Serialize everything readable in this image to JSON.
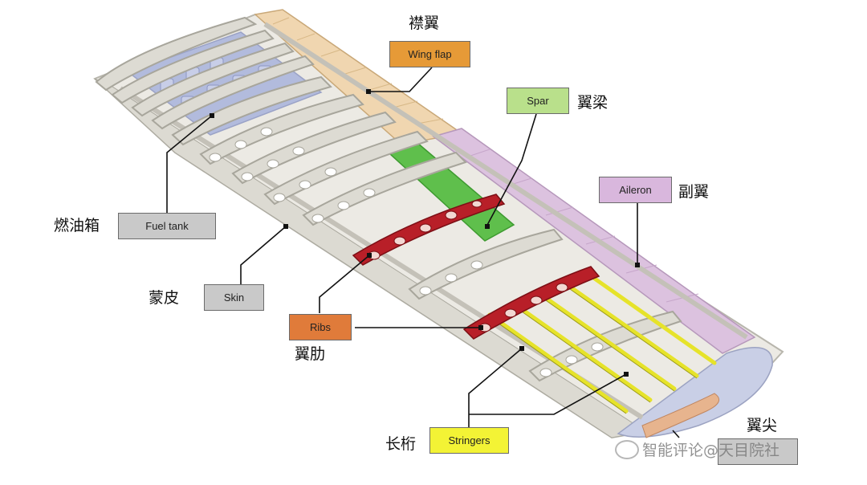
{
  "labels": {
    "flap": {
      "en": "Wing flap",
      "zh": "襟翼",
      "color": "#e69a37"
    },
    "spar": {
      "en": "Spar",
      "zh": "翼梁",
      "color": "#b9e08b"
    },
    "aileron": {
      "en": "Aileron",
      "zh": "副翼",
      "color": "#d9b7dd"
    },
    "fuel_tank": {
      "en": "Fuel tank",
      "zh": "燃油箱",
      "color": "#c9c9c9"
    },
    "skin": {
      "en": "Skin",
      "zh": "蒙皮",
      "color": "#c9c9c9"
    },
    "ribs": {
      "en": "Ribs",
      "zh": "翼肋",
      "color": "#e07b3a"
    },
    "stringers": {
      "en": "Stringers",
      "zh": "长桁",
      "color": "#f3f335"
    },
    "wingtip": {
      "en": "",
      "zh": "翼尖",
      "color": "#c9c9c9"
    }
  },
  "watermark": "智能评论@天目院社"
}
